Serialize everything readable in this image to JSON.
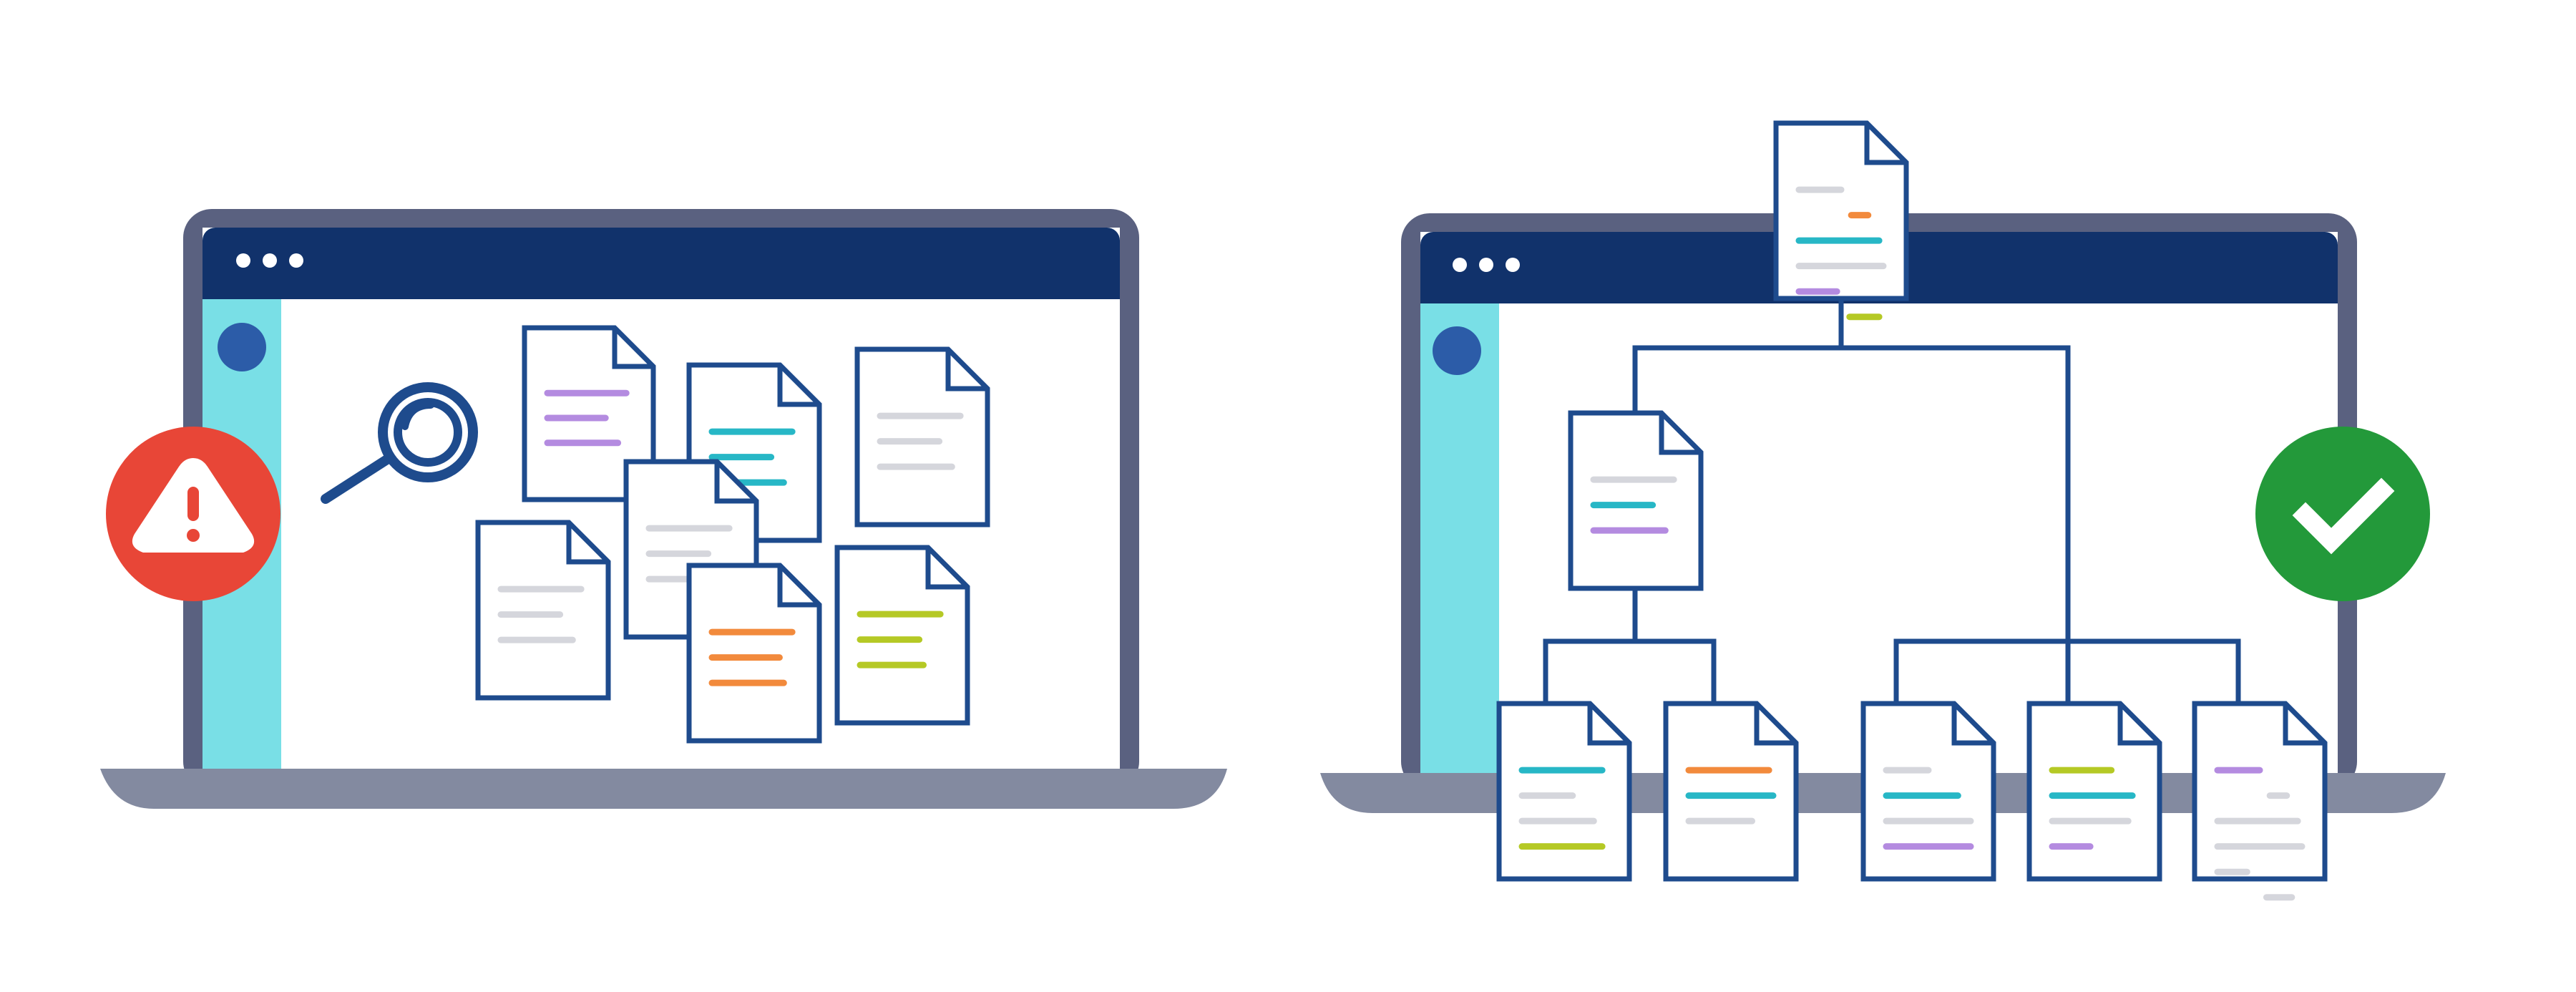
{
  "colors": {
    "background": "#ffffff",
    "laptop_frame": "#5a6180",
    "laptop_base": "#838aa0",
    "titlebar": "#11326b",
    "title_dots": "#ffffff",
    "sidebar": "#79dfe6",
    "sidebar_dot": "#2c5ca8",
    "screen": "#ffffff",
    "doc_outline": "#1e4b8d",
    "warning_badge": "#e84637",
    "success_badge": "#23993a",
    "badge_symbol": "#ffffff",
    "line_purple": "#b48be0",
    "line_teal": "#27b7c6",
    "line_gray": "#d5d6dc",
    "line_orange": "#f28a3c",
    "line_lime": "#b5c925"
  },
  "scenes": [
    {
      "name": "disorganized-documents",
      "badge": "warning-icon",
      "accessory": "magnifier-icon",
      "titlebar_dots": 3
    },
    {
      "name": "organized-document-tree",
      "badge": "checkmark-icon",
      "titlebar_dots": 3
    }
  ]
}
